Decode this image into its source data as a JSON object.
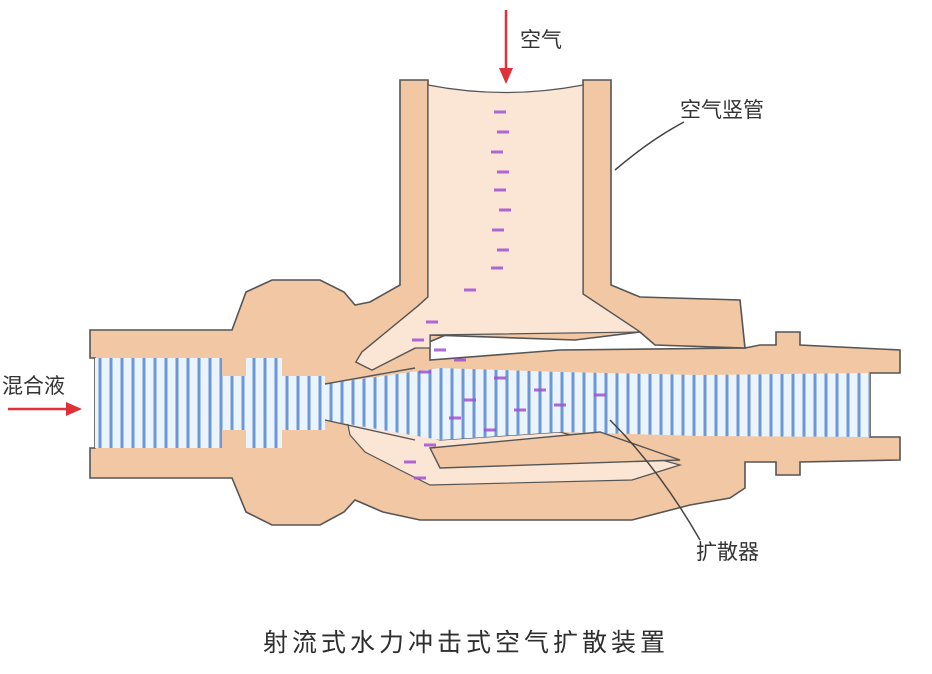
{
  "diagram": {
    "labels": {
      "air": "空气",
      "air_riser": "空气竖管",
      "mixed_liquor": "混合液",
      "diffuser": "扩散器"
    },
    "caption": "射流式水力冲击式空气扩散装置",
    "colors": {
      "body": "#F2C7A3",
      "outline": "#555555",
      "liquid_bg": "#EAF4FA",
      "liquid_stripe": "#6C98D8",
      "air_core": "#FBE6D6",
      "bubble": "#A050D0",
      "arrow": "#E0303A"
    }
  }
}
